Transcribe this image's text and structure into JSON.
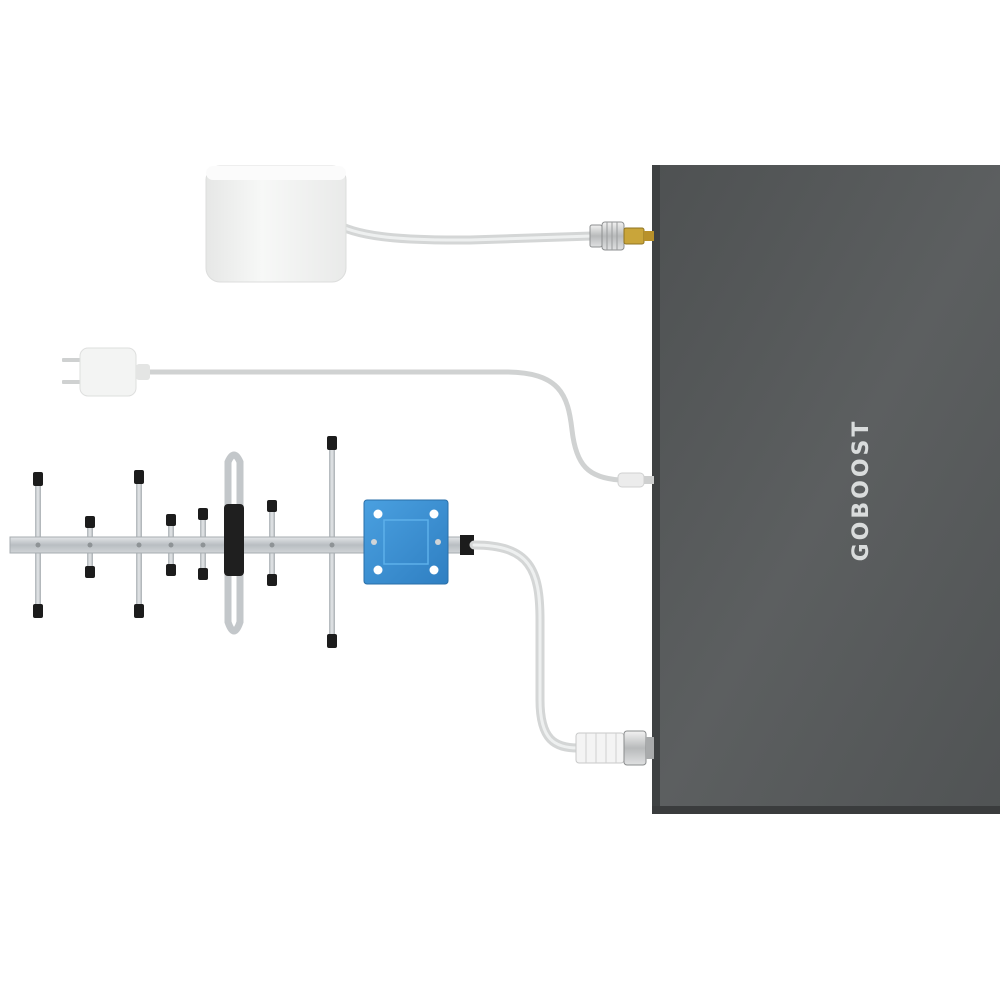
{
  "product": {
    "brand_label": "GOBOOST"
  },
  "colors": {
    "background": "#ffffff",
    "booster_body": "#56595a",
    "booster_edge": "#3b3d3e",
    "brand_text": "#d9dcdc",
    "cable": "#d7d9d9",
    "indoor_antenna": "#f1f2f1",
    "mount_plate": "#3a8fd4",
    "antenna_rod": "#c3c7ca",
    "element_cap": "#1c1c1c"
  },
  "components": [
    {
      "id": "signal-booster",
      "icon": "booster-unit"
    },
    {
      "id": "indoor-panel-antenna",
      "icon": "panel-antenna"
    },
    {
      "id": "power-adapter",
      "icon": "wall-plug"
    },
    {
      "id": "outdoor-yagi-antenna",
      "icon": "yagi-antenna"
    }
  ]
}
